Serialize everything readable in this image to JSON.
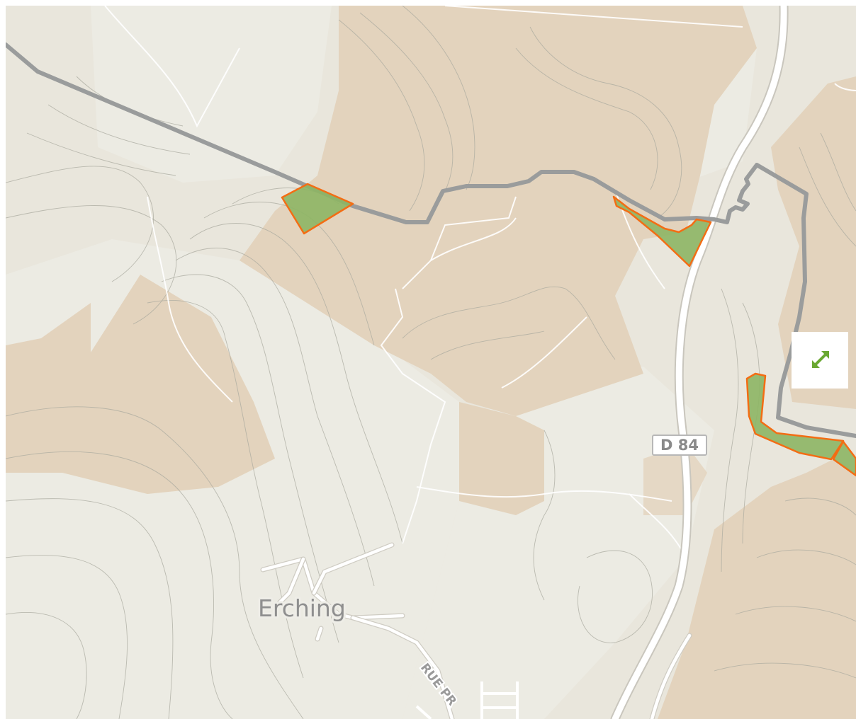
{
  "map": {
    "place_label": "Erching",
    "street_label": "RUE PR",
    "road_shield": "D 84",
    "colors": {
      "background": "#e9e6dc",
      "forest_tint": "#e3d3bd",
      "parcel_fill": "#8db564",
      "parcel_outline": "#f36d14",
      "boundary": "#9a9c9c",
      "road": "#ffffff",
      "control_icon": "#6aa832"
    }
  },
  "controls": {
    "fullscreen": {
      "icon": "expand-arrows-icon"
    }
  }
}
